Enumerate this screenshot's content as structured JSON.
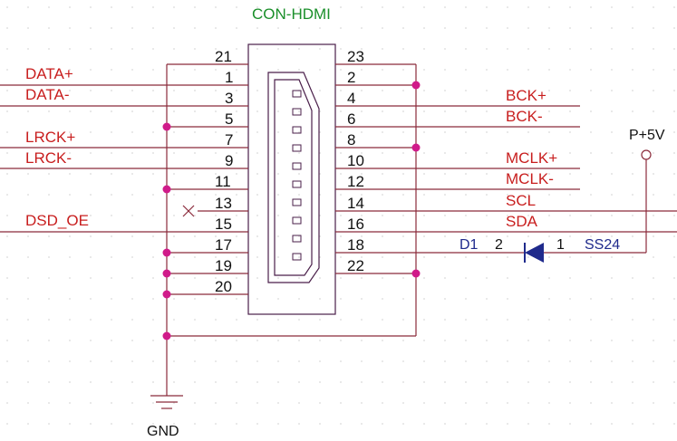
{
  "connector": {
    "title": "CON-HDMI",
    "left_pins": [
      "21",
      "1",
      "3",
      "5",
      "7",
      "9",
      "11",
      "13",
      "15",
      "17",
      "19",
      "20"
    ],
    "right_pins": [
      "23",
      "2",
      "4",
      "6",
      "8",
      "10",
      "12",
      "14",
      "16",
      "18",
      "22"
    ]
  },
  "nets_left": {
    "data_plus": "DATA+",
    "data_minus": "DATA-",
    "lrck_plus": "LRCK+",
    "lrck_minus": "LRCK-",
    "dsd_oe": "DSD_OE"
  },
  "nets_right": {
    "bck_plus": "BCK+",
    "bck_minus": "BCK-",
    "mclk_plus": "MCLK+",
    "mclk_minus": "MCLK-",
    "scl": "SCL",
    "sda": "SDA"
  },
  "diode": {
    "ref": "D1",
    "part": "SS24",
    "pin_anode": "2",
    "pin_cathode": "1"
  },
  "power": {
    "label": "P+5V"
  },
  "ground": {
    "label": "GND"
  },
  "colors": {
    "wire": "#8b2b3b",
    "net_label": "#c81e1e",
    "title": "#1a8f2a",
    "junction": "#d01b8a",
    "diode": "#1f2a8c"
  }
}
